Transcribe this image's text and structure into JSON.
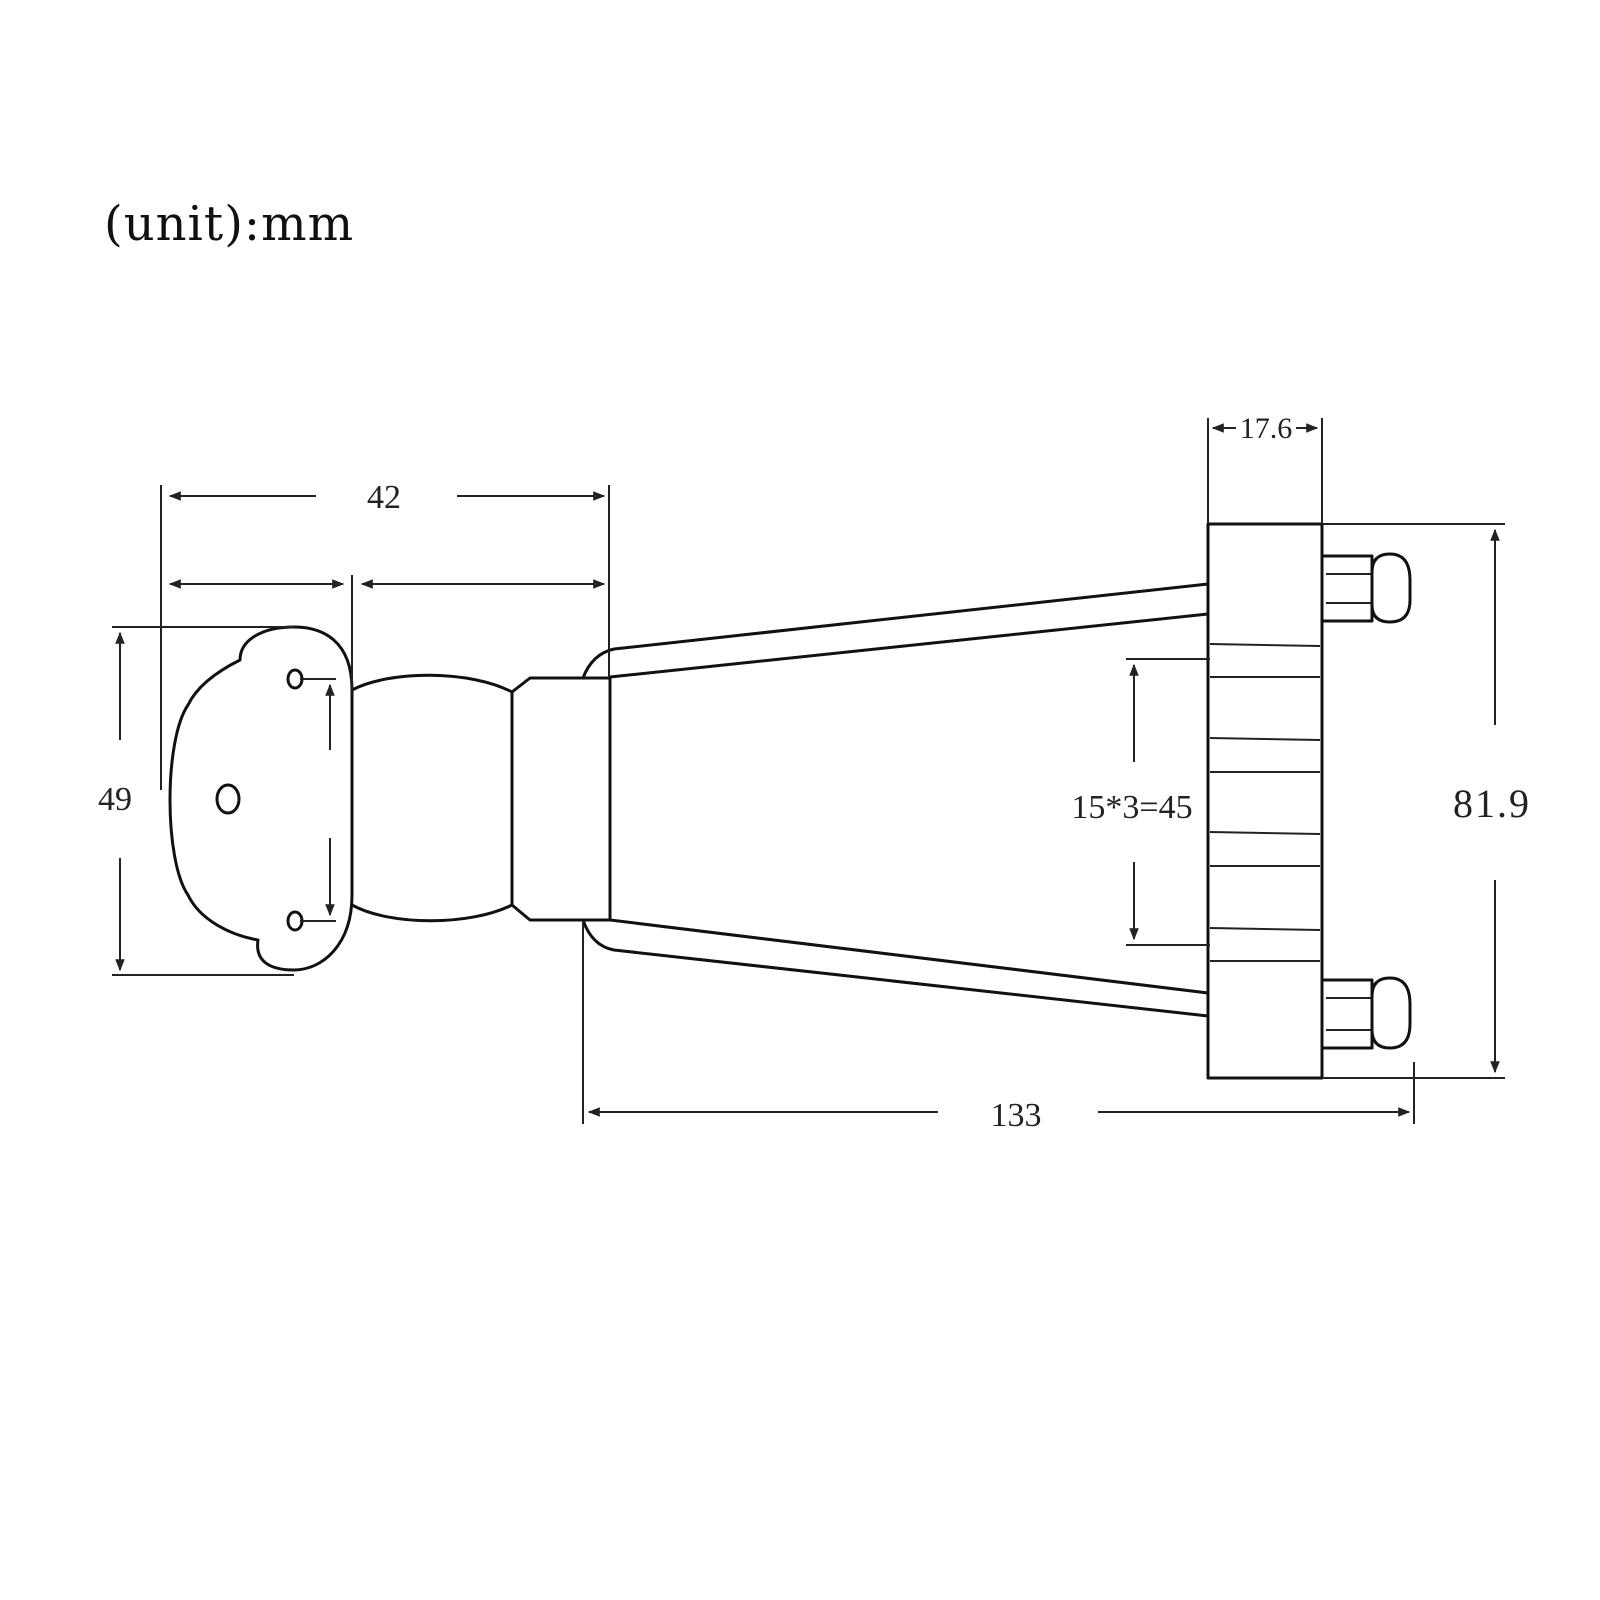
{
  "header": {
    "unit_label": "(unit):mm"
  },
  "dimensions": {
    "overall_head_length": "42",
    "head_height": "49",
    "bridge_width": "17.6",
    "string_spacing": "15*3=45",
    "bridge_height": "81.9",
    "total_length": "133"
  },
  "colors": {
    "line": "#111111",
    "background": "#ffffff"
  }
}
